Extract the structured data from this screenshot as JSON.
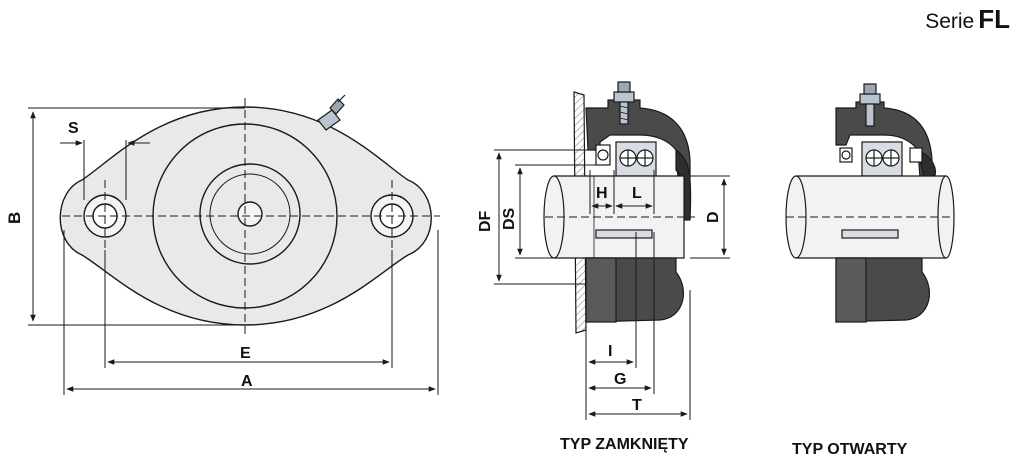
{
  "header": {
    "serie_word": "Serie",
    "serie_code": "FL"
  },
  "labels": {
    "s": "S",
    "b": "B",
    "e": "E",
    "a": "A",
    "df": "DF",
    "ds": "DS",
    "h": "H",
    "l": "L",
    "d": "D",
    "i": "I",
    "g": "G",
    "t": "T"
  },
  "captions": {
    "closed": "TYP ZAMKNIĘTY",
    "open": "TYP OTWARTY"
  },
  "colors": {
    "line": "#1a1a1a",
    "housing_fill": "#e9e9ea",
    "dark_casting": "#4a4a4a",
    "shaft": "#f2f2f2"
  }
}
